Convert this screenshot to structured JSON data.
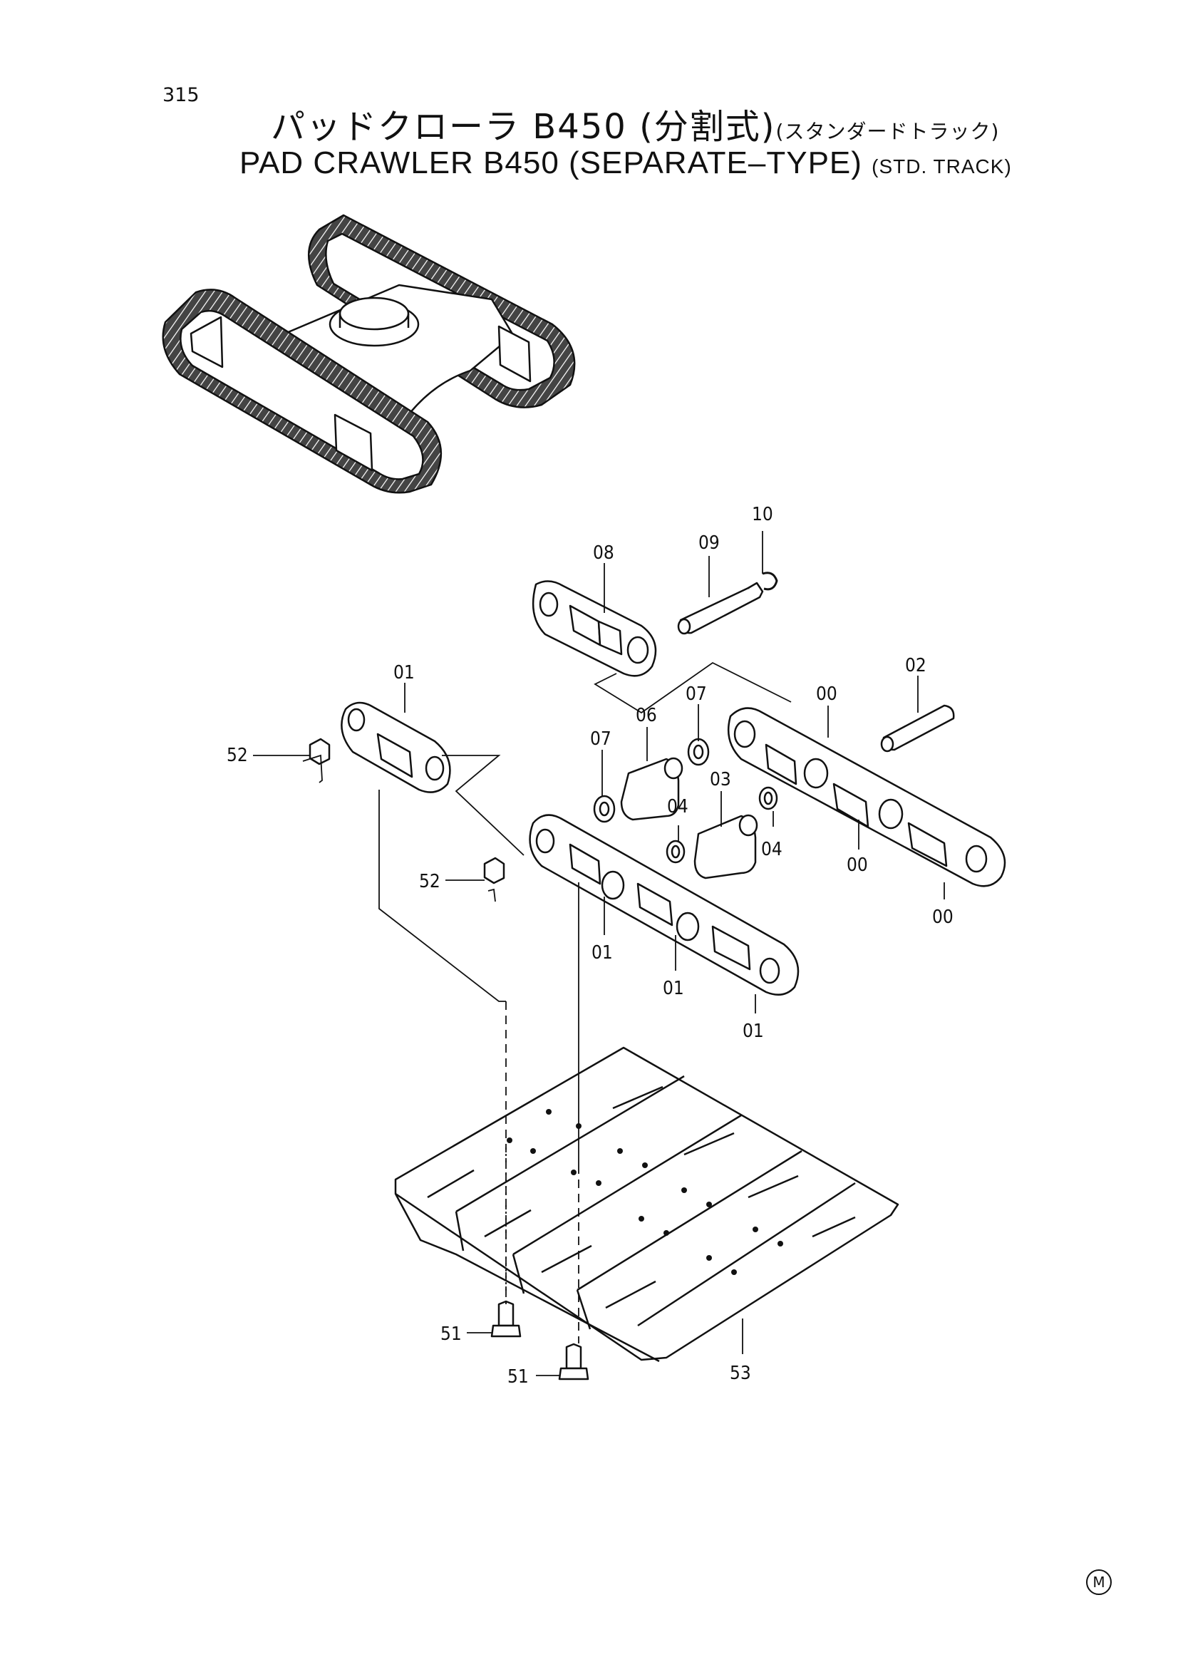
{
  "page_number": "315",
  "title": {
    "jp_main": "パッドクローラ B450 (分割式)",
    "jp_sub": "(スタンダードトラック)",
    "en_main": "PAD CRAWLER B450 (SEPARATE–TYPE)",
    "en_sub": "(STD. TRACK)"
  },
  "callouts": {
    "c10": "10",
    "c08": "08",
    "c09": "09",
    "c01a": "01",
    "c02": "02",
    "c00a": "00",
    "c07a": "07",
    "c52a": "52",
    "c06": "06",
    "c07b": "07",
    "c03": "03",
    "c04a": "04",
    "c04b": "04",
    "c52b": "52",
    "c00b": "00",
    "c00c": "00",
    "c01b": "01",
    "c01c": "01",
    "c01d": "01",
    "c51a": "51",
    "c51b": "51",
    "c53": "53"
  },
  "corner_mark": "M"
}
